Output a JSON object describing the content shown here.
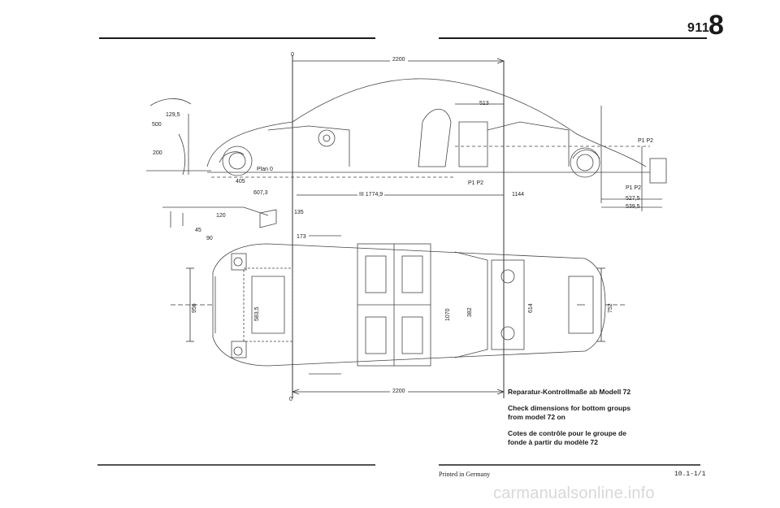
{
  "header": {
    "model": "911",
    "section": "8"
  },
  "dimensions": {
    "top_zero": "0",
    "top_length": "2200",
    "d_129_5": "129,5",
    "d_500": "500",
    "d_200": "200",
    "d_513": "513",
    "d_plan0": "Plan 0",
    "d_405": "405",
    "d_607": "607,3",
    "d_1774": "III 1774,9",
    "d_1144": "1144",
    "d_527": "527,5",
    "d_539": "539,5",
    "d_p1p2_top": "P1 P2",
    "d_p1p2_mid": "P1 P2",
    "d_p1p2_right": "P1 P2",
    "d_135": "135",
    "d_173": "173",
    "d_45": "45",
    "d_90": "90",
    "d_120": "120",
    "d_956": "956",
    "d_583": "583,5",
    "d_1070": "1070",
    "d_382": "382",
    "d_614": "614",
    "d_752": "752",
    "bottom_zero": "0",
    "bottom_length": "2200"
  },
  "captions": {
    "de": "Reparatur-Kontrollmaße ab Modell 72",
    "en": "Check dimensions for bottom groups from model 72 on",
    "fr": "Cotes de contrôle pour le groupe de fonde à partir du modèle 72"
  },
  "footer": {
    "printed": "Printed in Germany",
    "page": "10.1-1/1"
  },
  "watermark": "carmanualsonline.info"
}
